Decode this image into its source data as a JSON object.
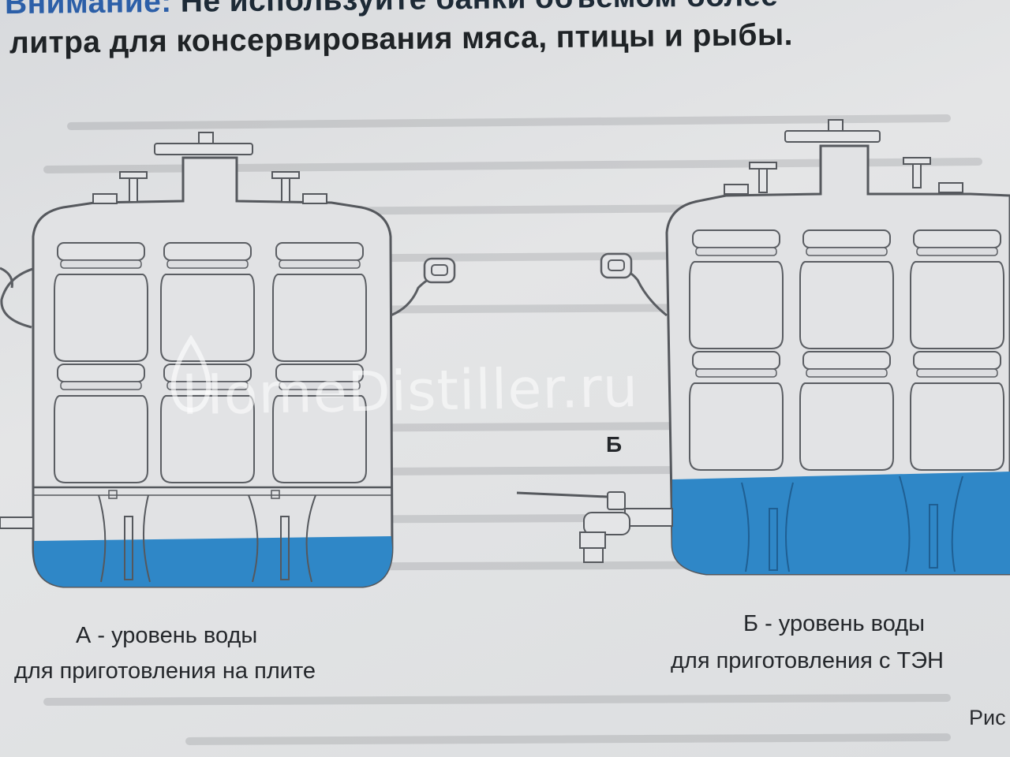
{
  "header": {
    "line1_prefix": "Внимание:",
    "line1_rest": "Не используйте банки объемом более",
    "line2": "литра для консервирования мяса, птицы и рыбы."
  },
  "figure_a": {
    "caption_line1": "А -  уровень воды",
    "caption_line2": "для приготовления на плите"
  },
  "figure_b": {
    "marker": "Б",
    "caption_line1": "Б -  уровень воды",
    "caption_line2": "для приготовления с ТЭН"
  },
  "figure_ref": "Рис",
  "watermark": "HomeDistiller.ru",
  "colors": {
    "water": "#2f87c7",
    "outline": "#55585d",
    "paper": "#dedfe1"
  }
}
